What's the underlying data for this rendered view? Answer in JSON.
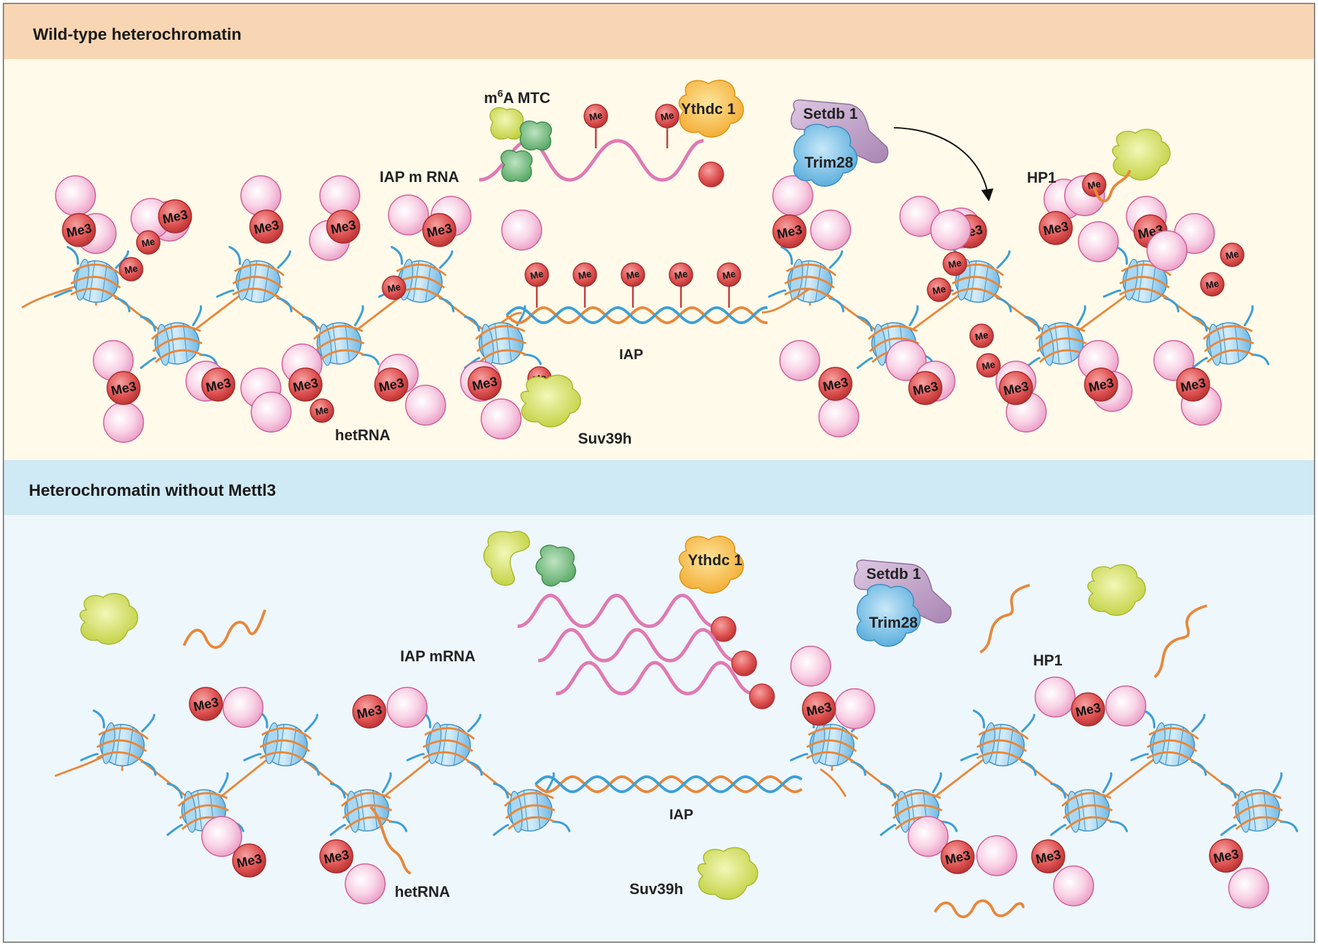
{
  "colors": {
    "top_header_bg": "#f9d6b3",
    "top_panel_bg": "#fffaea",
    "bottom_header_bg": "#cfe9f5",
    "bottom_panel_bg": "#eef7fc",
    "hp1_pink": "#f7c8df",
    "me_red": "#d94a4a",
    "dna_orange": "#e8873a",
    "dna_blue": "#3d9fd6",
    "rna_pink": "#e079b4",
    "suv39h_yellow": "#d4e05a",
    "ythdc1_orange": "#f5b63a",
    "setdb1_purple": "#c4a3cc",
    "trim28_blue": "#5fb3e0",
    "mtc_green": "#6dba7a"
  },
  "icons": [
    "nucleosome-icon",
    "hp1-protein-icon",
    "trimethyl-mark-icon",
    "methyl-mark-icon",
    "suv39h-protein-icon",
    "ythdc1-protein-icon",
    "setdb1-trim28-complex-icon",
    "m6a-mtc-complex-icon",
    "iap-dna-helix-icon",
    "iap-mrna-icon",
    "hetrna-strand-icon",
    "recruitment-arrow-icon"
  ],
  "top_panel": {
    "title": "Wild-type heterochromatin",
    "labels": {
      "mtc_prefix": "m",
      "mtc_sup": "6",
      "mtc_suffix": "A MTC",
      "iap_mrna": "IAP m RNA",
      "ythdc1": "Ythdc 1",
      "setdb1": "Setdb 1",
      "trim28": "Trim28",
      "hp1": "HP1",
      "iap": "IAP",
      "hetrna": "hetRNA",
      "suv39h": "Suv39h"
    },
    "marks": {
      "me3": "Me3",
      "me": "Me"
    }
  },
  "bottom_panel": {
    "title": "Heterochromatin without Mettl3",
    "labels": {
      "ythdc1": "Ythdc 1",
      "setdb1": "Setdb 1",
      "trim28": "Trim28",
      "iap_mrna": "IAP mRNA",
      "hp1": "HP1",
      "iap": "IAP",
      "hetrna": "hetRNA",
      "suv39h": "Suv39h"
    },
    "marks": {
      "me3": "Me3"
    }
  }
}
